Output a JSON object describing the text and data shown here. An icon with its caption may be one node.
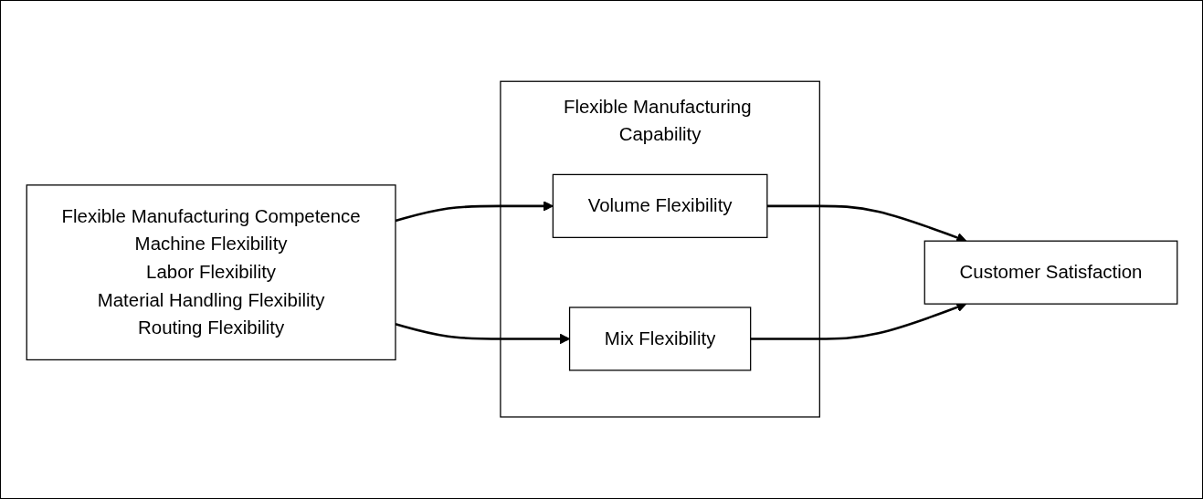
{
  "diagram": {
    "nodes": [
      {
        "text": [
          "Flexible Manufacturing Competence",
          "Machine Flexibility",
          "Labor Flexibility",
          "Material Handling Flexibility",
          "Routing Flexibility"
        ]
      },
      {
        "text": [
          "Flexible Manufacturing Capability"
        ]
      },
      {
        "text": [
          "Volume Flexibility"
        ],
        "in": 1
      },
      {
        "text": [
          "Mix Flexibility"
        ],
        "in": 1
      },
      {
        "text": [
          "Customer Satisfaction"
        ]
      }
    ],
    "edges": [
      {
        "from": 0,
        "to": 2,
        "arrow": "to"
      },
      {
        "from": 0,
        "to": 3,
        "arrow": "to"
      },
      {
        "from": 2,
        "to": 4,
        "arrow": "to"
      },
      {
        "from": 3,
        "to": 4,
        "arrow": "to"
      }
    ]
  }
}
